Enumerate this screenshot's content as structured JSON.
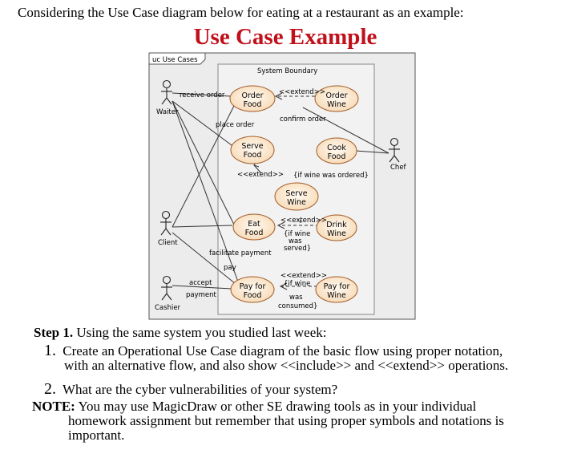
{
  "intro": "Considering the Use Case diagram below for eating at a restaurant as an example:",
  "title": "Use Case Example",
  "diagram": {
    "frame_label": "uc Use Cases",
    "boundary_label": "System Boundary",
    "actors": {
      "waiter": "Waiter",
      "chef": "Chef",
      "client": "Client",
      "cashier": "Cashier"
    },
    "use_cases": {
      "order_food": [
        "Order",
        "Food"
      ],
      "order_wine": [
        "Order",
        "Wine"
      ],
      "serve_food": [
        "Serve",
        "Food"
      ],
      "cook_food": [
        "Cook",
        "Food"
      ],
      "serve_wine": [
        "Serve",
        "Wine"
      ],
      "eat_food": [
        "Eat",
        "Food"
      ],
      "drink_wine": [
        "Drink",
        "Wine"
      ],
      "pay_for_food": [
        "Pay for",
        "Food"
      ],
      "pay_for_wine": [
        "Pay for",
        "Wine"
      ]
    },
    "labels": {
      "receive_order": "receive order",
      "extend_1": "<<extend>>",
      "confirm_order": "confirm order",
      "place_order": "place order",
      "extend_2": "<<extend>>",
      "if_wine_ordered": "{if wine was ordered}",
      "extend_3": "<<extend>>",
      "if_wine_served": [
        "{if wine",
        "was",
        "served}"
      ],
      "facilitate_payment": "facilitate payment",
      "pay": "pay",
      "accept_payment": [
        "accept",
        "payment"
      ],
      "extend_4": "<<extend>>",
      "if_wine_consumed": [
        "{if wine",
        "was",
        "consumed}"
      ]
    }
  },
  "step": {
    "label": "Step 1.",
    "text": "Using the same system you studied last week:"
  },
  "items": [
    {
      "num": "1.",
      "line1": "Create an Operational Use Case diagram of the basic flow using proper notation,",
      "line2": "with an alternative flow, and also show <<include>> and <<extend>> operations."
    },
    {
      "num": "2.",
      "line1": "What are the cyber vulnerabilities of your system?"
    }
  ],
  "note": {
    "label": "NOTE:",
    "line1": "You may use MagicDraw or other SE drawing tools as in your individual",
    "line2": "homework assignment but remember that using proper symbols and notations is",
    "line3": "important."
  }
}
